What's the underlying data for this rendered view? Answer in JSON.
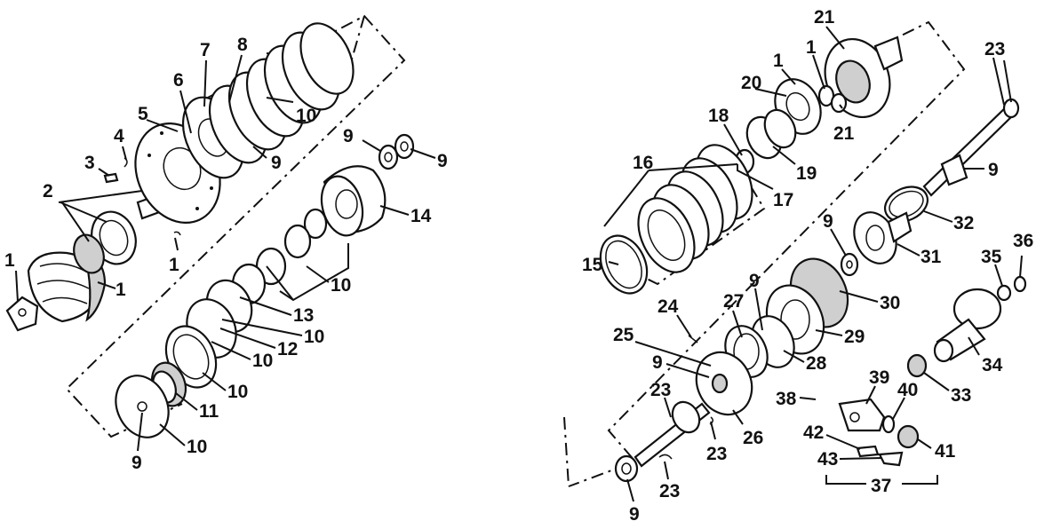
{
  "left_assembly": {
    "callouts": [
      "1",
      "1",
      "2",
      "3",
      "4",
      "5",
      "6",
      "7",
      "8",
      "10",
      "9",
      "9",
      "9",
      "14",
      "1",
      "10",
      "13",
      "10",
      "12",
      "10",
      "10",
      "11",
      "10",
      "9"
    ]
  },
  "right_assembly": {
    "callouts": [
      "21",
      "1",
      "20",
      "1",
      "21",
      "18",
      "19",
      "16",
      "17",
      "15",
      "23",
      "9",
      "32",
      "31",
      "9",
      "30",
      "29",
      "28",
      "27",
      "9",
      "24",
      "25",
      "9",
      "26",
      "23",
      "23",
      "23",
      "9",
      "35",
      "36",
      "34",
      "33",
      "38",
      "39",
      "40",
      "42",
      "41",
      "43",
      "37"
    ]
  }
}
